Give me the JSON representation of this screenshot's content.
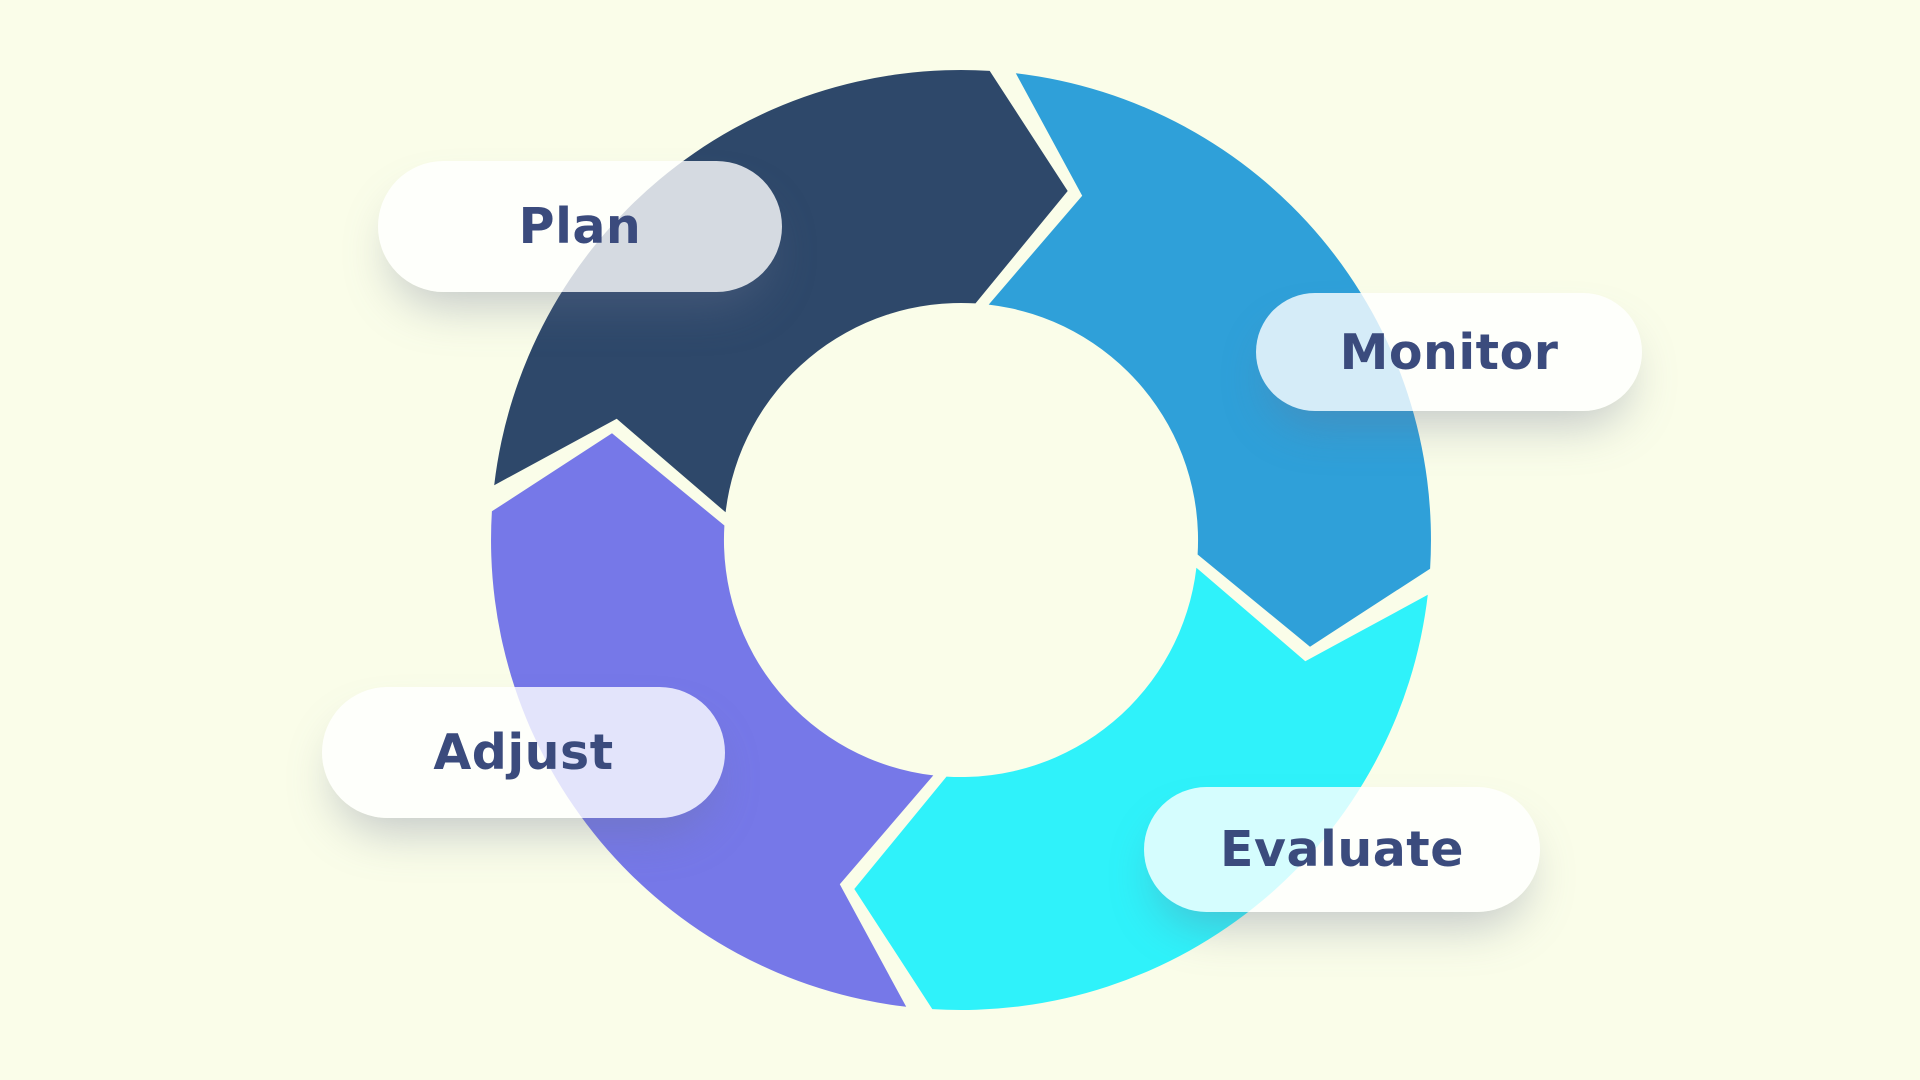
{
  "diagram": {
    "type": "cycle",
    "direction": "clockwise",
    "colors": {
      "background": "#fafde9",
      "label_text": "#3b4b7d",
      "label_pill": "rgba(255,255,255,0.8)"
    },
    "steps": [
      {
        "label": "Plan",
        "color": "#2e486a"
      },
      {
        "label": "Monitor",
        "color": "#2fa0d9"
      },
      {
        "label": "Evaluate",
        "color": "#2ff2fa"
      },
      {
        "label": "Adjust",
        "color": "#7678e8"
      }
    ]
  }
}
